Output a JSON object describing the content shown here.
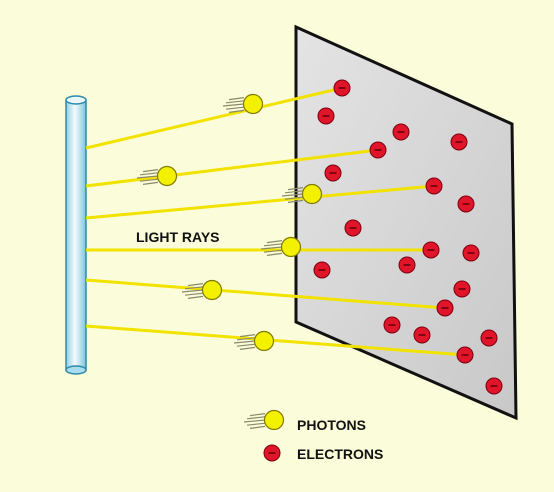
{
  "labels": {
    "light_rays": "LIGHT RAYS",
    "legend_photons": "PHOTONS",
    "legend_electrons": "ELECTRONS"
  },
  "colors": {
    "background": "#fbfcd9",
    "plate_fill": "#d4d4d4",
    "plate_edge": "#111111",
    "ray": "#f2e200",
    "photon_fill": "#f3f000",
    "photon_stroke": "#7f7a00",
    "electron_fill": "#e0152a",
    "electron_stroke": "#7a0010",
    "rod_fill": "#bfe6f2",
    "rod_stroke": "#2f8aa8"
  },
  "icons": {
    "photon": "photon-icon",
    "electron": "electron-icon",
    "light_source": "light-source-rod-icon",
    "metal_plate": "metal-plate-icon"
  }
}
